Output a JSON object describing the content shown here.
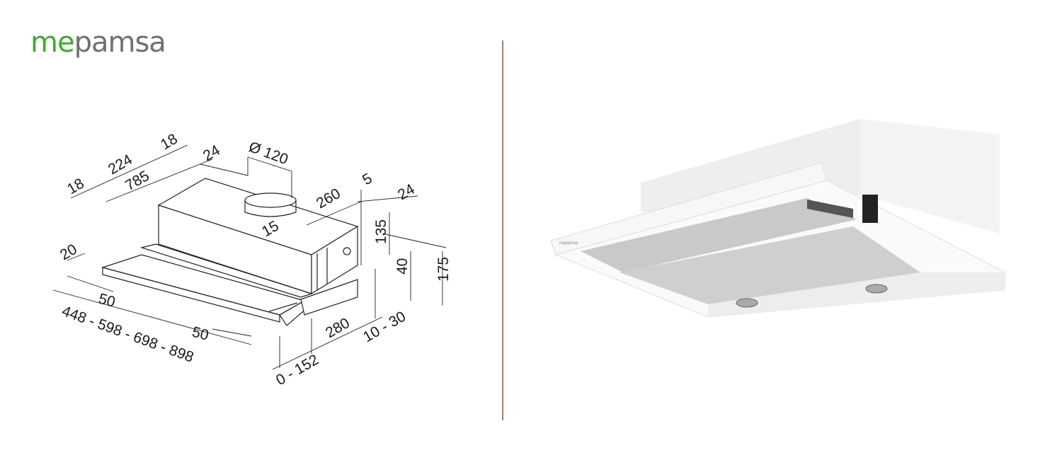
{
  "brand": {
    "logo_part1": "me",
    "logo_part2": "pamsa",
    "logo_colors": {
      "me": "#3dae2b",
      "pamsa": "#707070"
    }
  },
  "divider_color": "#c87a55",
  "drawing": {
    "dimensions": {
      "side_left_18": "18",
      "width_224": "224",
      "side_right_18": "18",
      "length_785": "785",
      "offset_24_top": "24",
      "outlet_diameter": "Ø 120",
      "depth_260": "260",
      "offset_5": "5",
      "offset_24_right": "24",
      "offset_15": "15",
      "height_135": "135",
      "height_40": "40",
      "height_175": "175",
      "offset_20": "20",
      "offset_50_left": "50",
      "widths": "448 - 598 - 698 - 898",
      "offset_50_front": "50",
      "depth_280": "280",
      "range_10_30": "10 - 30",
      "range_0_152": "0 - 152"
    }
  },
  "photo": {
    "hood_label": "mepamsa"
  }
}
